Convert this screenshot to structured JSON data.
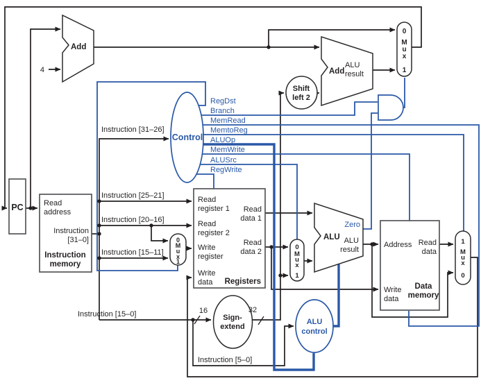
{
  "colors": {
    "accent_blue": "#2a58a7",
    "ink": "#231f20"
  },
  "control": {
    "label": "Control",
    "signals": [
      "RegDst",
      "Branch",
      "MemRead",
      "MemtoReg",
      "ALUOp",
      "MemWrite",
      "ALUSrc",
      "RegWrite"
    ]
  },
  "pc": {
    "label": "PC"
  },
  "instruction_memory": {
    "read_address": [
      "Read",
      "address"
    ],
    "output": [
      "Instruction",
      "[31–0]"
    ],
    "title": [
      "Instruction",
      "memory"
    ]
  },
  "registers": {
    "read_register_1": [
      "Read",
      "register 1"
    ],
    "read_register_2": [
      "Read",
      "register 2"
    ],
    "write_register": [
      "Write",
      "register"
    ],
    "write_data": [
      "Write",
      "data"
    ],
    "read_data_1": [
      "Read",
      "data 1"
    ],
    "read_data_2": [
      "Read",
      "data 2"
    ],
    "title": "Registers"
  },
  "data_memory": {
    "address": "Address",
    "read_data": [
      "Read",
      "data"
    ],
    "write_data": [
      "Write",
      "data"
    ],
    "title": [
      "Data",
      "memory"
    ]
  },
  "adder_pc": {
    "label": "Add"
  },
  "adder_branch": {
    "label": "Add",
    "result": [
      "ALU",
      "result"
    ]
  },
  "alu": {
    "label": "ALU",
    "zero": "Zero",
    "result": [
      "ALU",
      "result"
    ]
  },
  "shift_left_2": {
    "label": [
      "Shift",
      "left 2"
    ]
  },
  "sign_extend": {
    "label": [
      "Sign-",
      "extend"
    ]
  },
  "alu_control": {
    "label": [
      "ALU",
      "control"
    ]
  },
  "muxes": {
    "pcsrc": [
      "0",
      "M",
      "u",
      "x",
      "1"
    ],
    "regdst": [
      "0",
      "M",
      "u",
      "x",
      "1"
    ],
    "alusrc": [
      "0",
      "M",
      "u",
      "x",
      "1"
    ],
    "memtoreg": [
      "1",
      "M",
      "u",
      "x",
      "0"
    ]
  },
  "wire_labels": {
    "instr_31_26": "Instruction [31–26]",
    "instr_25_21": "Instruction [25–21]",
    "instr_20_16": "Instruction [20–16]",
    "instr_15_11": "Instruction [15–11]",
    "instr_15_0": "Instruction [15–0]",
    "instr_5_0": "Instruction [5–0]",
    "const_four": "4",
    "bus_16": "16",
    "bus_32": "32"
  }
}
